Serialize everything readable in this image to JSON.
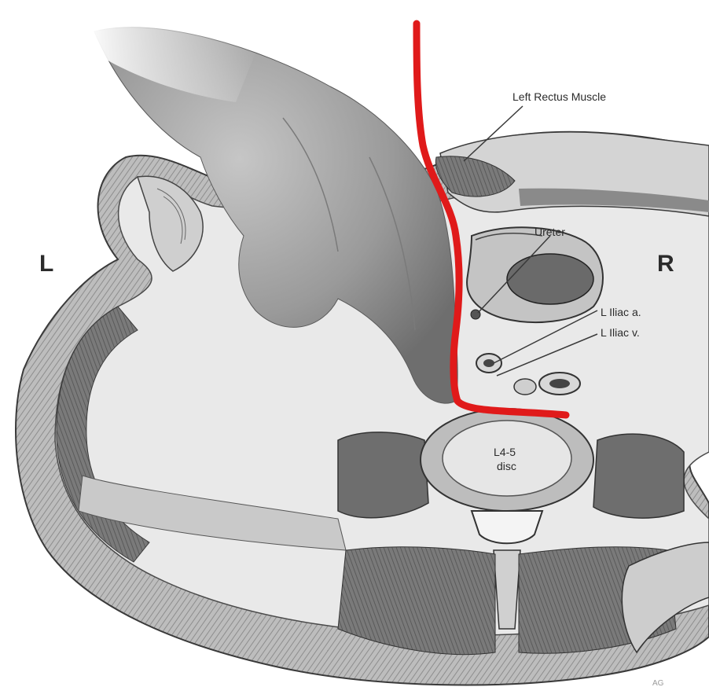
{
  "labels": {
    "side_left": "L",
    "side_right": "R",
    "left_rectus_muscle": "Left Rectus Muscle",
    "ureter": "Ureter",
    "l_iliac_a": "L Iliac a.",
    "l_iliac_v": "L Iliac v.",
    "disc_line1": "L4-5",
    "disc_line2": "disc",
    "signature": "AG"
  },
  "colors": {
    "approach_line": "#e01a1a",
    "tissue_light": "#d9d9d9",
    "tissue_mid": "#a9a9a9",
    "tissue_dark": "#5e5e5e",
    "outline": "#3a3a3a",
    "hand": "#9b9b9b"
  }
}
